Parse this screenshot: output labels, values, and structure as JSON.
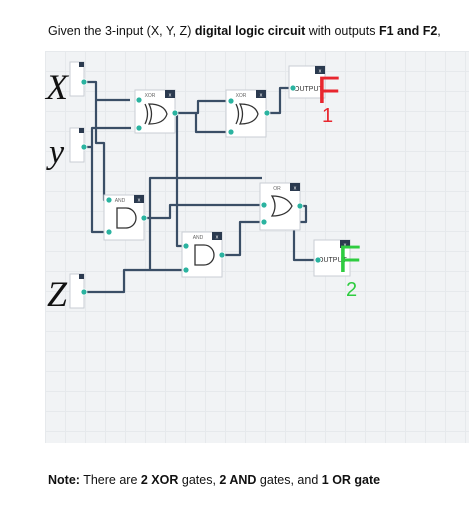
{
  "question": {
    "prefix": "Given the 3-input (X, Y, Z) ",
    "bold": "digital logic circuit",
    "middle": " with outputs ",
    "outputs": "F1 and F2",
    "suffix": ","
  },
  "note": {
    "label": "Note:",
    "text_1": " There are ",
    "xor_count": "2 XOR",
    "text_2": " gates, ",
    "and_count": "2 AND",
    "text_3": " gates, and ",
    "or_count": "1 OR gate"
  },
  "handwriting": {
    "x": "X",
    "y": "y",
    "z": "Z",
    "f1": "F",
    "f1_sub": "1",
    "f2": "F",
    "f2_sub": "2"
  },
  "gates": {
    "xor1": "XOR",
    "xor2": "XOR",
    "and1": "AND",
    "and2": "AND",
    "or1": "OR",
    "close": "x"
  },
  "outputs": {
    "o1": "OUTPUT",
    "o2": "OUTPUT"
  },
  "colors": {
    "wire": "#3a4e66",
    "node": "#2bb3a0",
    "close_box": "#2b3a4f",
    "f1_red": "#e8262e",
    "f2_green": "#2ecc40"
  }
}
